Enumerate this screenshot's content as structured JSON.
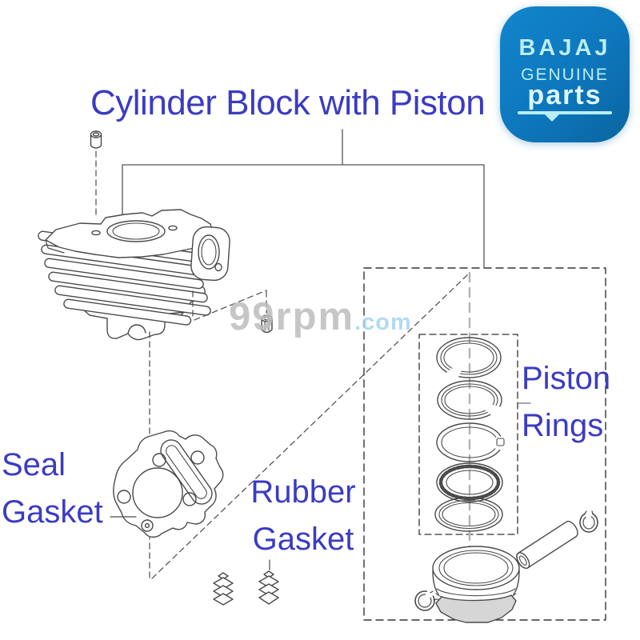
{
  "title": "Cylinder Block with Piston",
  "logo": {
    "line1": "BAJAJ",
    "line2": "GENUINE",
    "line3": "parts",
    "bg_color": "#0e76bc",
    "text_color": "#b9eef6"
  },
  "watermark": {
    "name": "99rpm",
    "tld": ".com",
    "name_color": "#bdbdbd",
    "tld_color": "#a6d4ee"
  },
  "labels": {
    "seal_gasket": {
      "line1": "Seal",
      "line2": "Gasket"
    },
    "rubber_gasket": {
      "line1": "Rubber",
      "line2": "Gasket"
    },
    "piston_rings": {
      "line1": "Piston",
      "line2": "Rings"
    }
  },
  "colors": {
    "label_text": "#3b3bc4",
    "drawing_line": "#4a4a4a"
  }
}
